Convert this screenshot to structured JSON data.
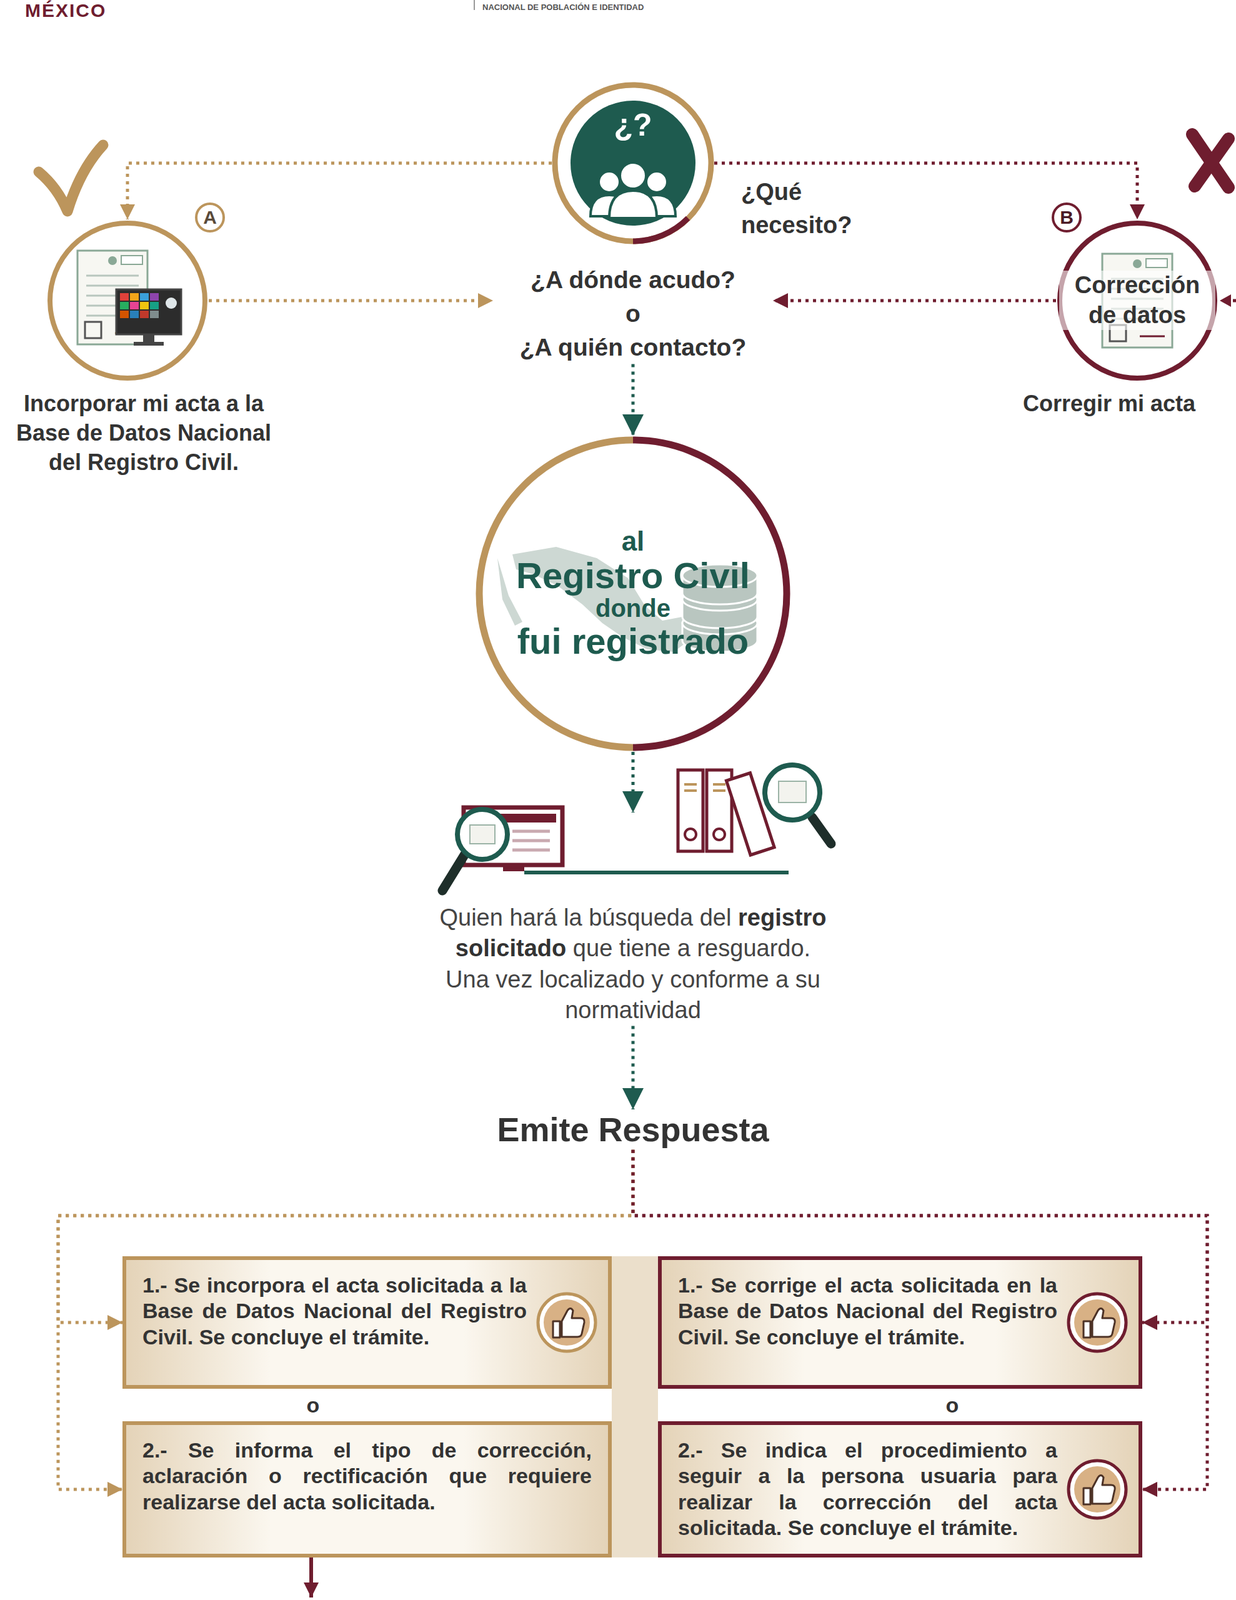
{
  "diagram": {
    "nodes": [
      {
        "text": [
          "¿?",
          "¿Qué necesito?"
        ]
      },
      {
        "text": [
          "A",
          "Incorporar mi acta a la Base de Datos Nacional del Registro Civil."
        ]
      },
      {
        "text": [
          "B",
          "Corrección de datos",
          "Corregir mi acta"
        ]
      },
      {
        "text": [
          "¿A dónde acudo?",
          "o",
          "¿A quién contacto?"
        ]
      },
      {
        "text": [
          "al",
          "Registro Civil",
          "donde",
          "fui registrado"
        ]
      },
      {
        "text": [
          "Quien hará la búsqueda del",
          "registro solicitado",
          "que tiene a resguardo. Una vez localizado y conforme a su normatividad"
        ]
      },
      {
        "text": [
          "Emite Respuesta"
        ]
      },
      {
        "text": [
          "1.- Se incorpora el acta solicitada a la Base de Datos Nacional del Registro Civil. Se concluye el trámite."
        ]
      },
      {
        "text": [
          "1.- Se corrige el acta solicitada en la Base de Datos Nacional del Registro Civil. Se concluye el trámite."
        ]
      },
      {
        "text": [
          "2.- Se informa el tipo de corrección, aclaración o rectificación que requiere realizarse del acta solicitada."
        ]
      },
      {
        "text": [
          "2.- Se indica el procedimiento a seguir a la persona usuaria para realizar la corrección del acta solicitada. Se concluye el trámite."
        ]
      }
    ],
    "edges": [
      {
        "from": 0,
        "to": 1,
        "arrow": "to"
      },
      {
        "from": 0,
        "to": 2,
        "arrow": "to"
      },
      {
        "from": 1,
        "to": 3,
        "arrow": "to"
      },
      {
        "from": 2,
        "to": 3,
        "arrow": "to"
      },
      {
        "from": 3,
        "to": 4,
        "arrow": "to"
      },
      {
        "from": 4,
        "to": 5,
        "arrow": "to"
      },
      {
        "from": 5,
        "to": 6,
        "arrow": "to"
      },
      {
        "from": 6,
        "to": 7,
        "arrow": "to"
      },
      {
        "from": 6,
        "to": 8,
        "arrow": "to"
      },
      {
        "from": 6,
        "to": 9,
        "arrow": "to"
      },
      {
        "from": 6,
        "to": 10,
        "arrow": "to"
      }
    ],
    "labels": [
      "MÉXICO",
      "NACIONAL DE POBLACIÓN E IDENTIDAD",
      "o",
      "o"
    ]
  }
}
